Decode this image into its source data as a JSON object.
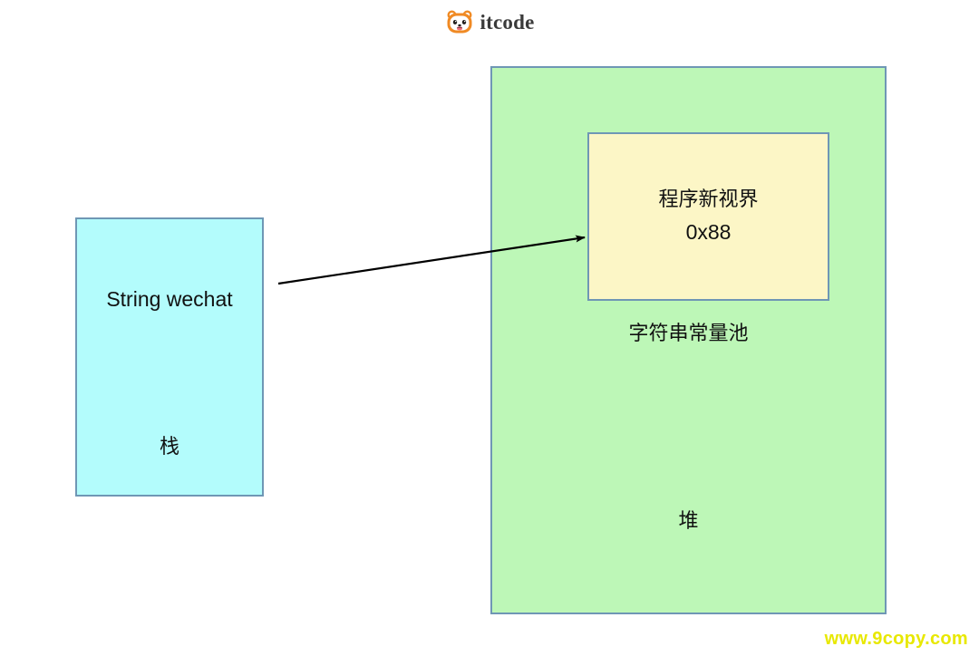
{
  "brand": {
    "name": "itcode",
    "logo_icon": "hamster-face-icon",
    "logo_color": "#F08A24"
  },
  "diagram": {
    "stack": {
      "variable_label": "String wechat",
      "region_label": "栈",
      "fill_color": "#B3FCFC",
      "border_color": "#6F97B5"
    },
    "heap": {
      "region_label": "堆",
      "fill_color": "#BDF7B7",
      "border_color": "#6F97B5",
      "pool_caption": "字符串常量池",
      "pool_entry": {
        "value": "程序新视界",
        "address": "0x88",
        "fill_color": "#FCF6C6",
        "border_color": "#6F97B5"
      }
    },
    "reference_arrow": {
      "icon": "arrow-right-icon",
      "color": "#000000",
      "from_label": "String wechat",
      "to_label": "程序新视界 0x88"
    }
  },
  "watermark": {
    "text": "www.9copy.com",
    "color": "#E8E800"
  }
}
